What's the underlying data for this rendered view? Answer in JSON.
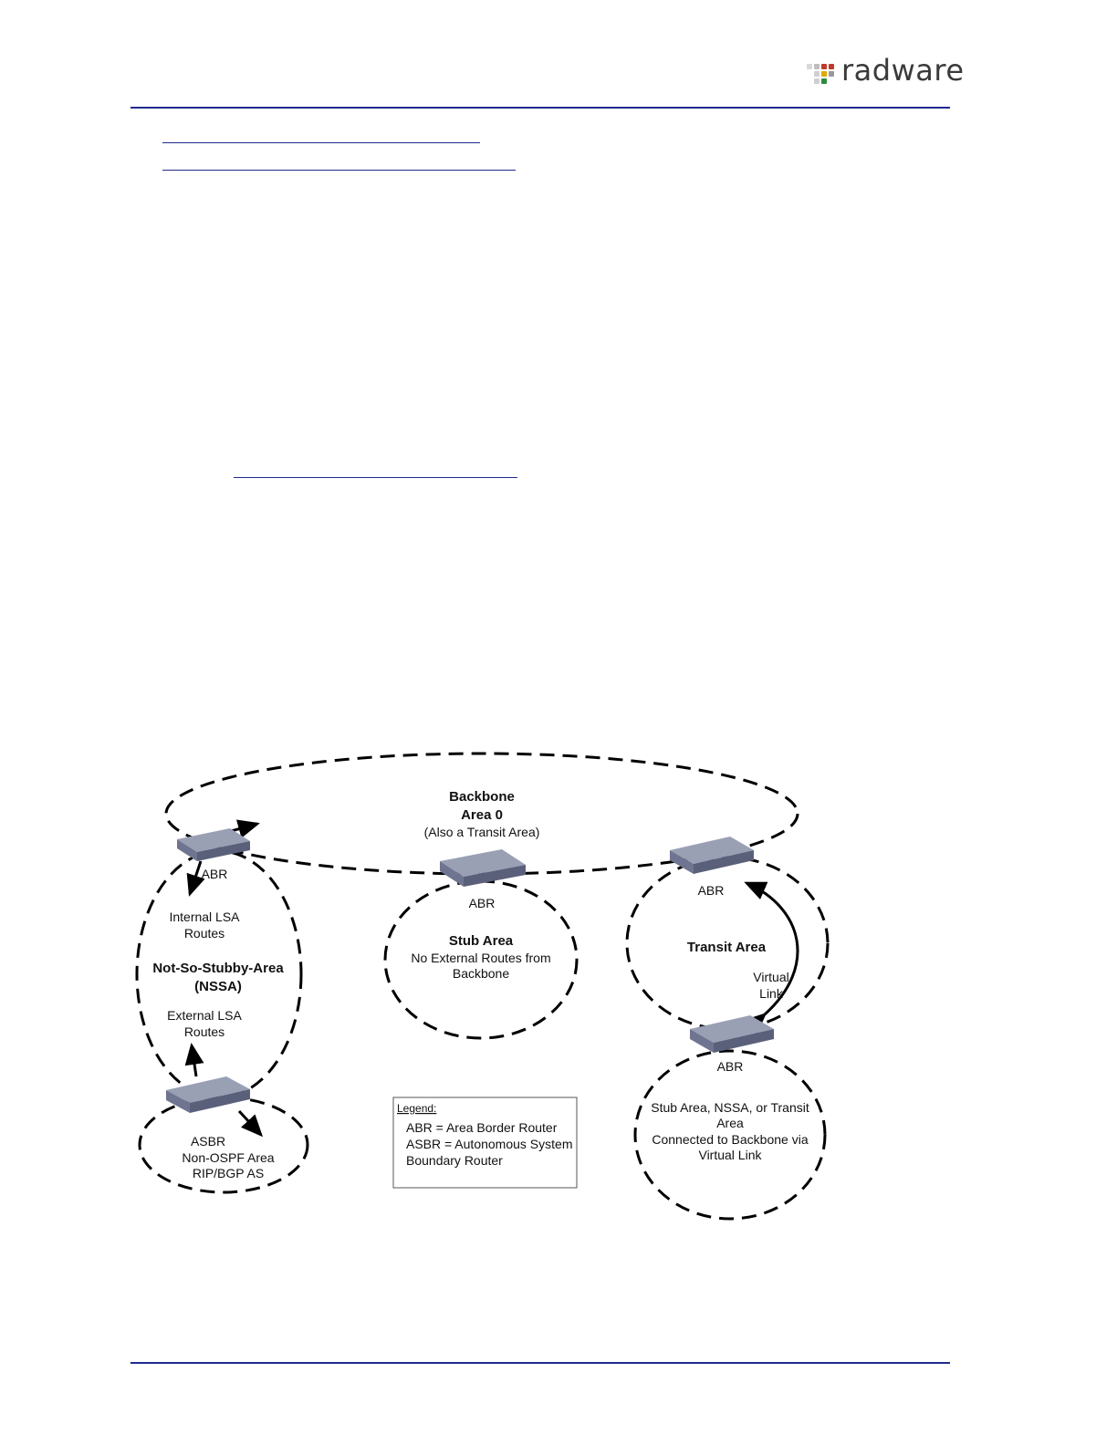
{
  "brand": {
    "logo_text": "radware"
  },
  "diagram": {
    "backbone": {
      "title1": "Backbone",
      "title2": "Area 0",
      "subtitle": "(Also a Transit Area)"
    },
    "abr_label": "ABR",
    "nssa": {
      "internal1": "Internal LSA",
      "internal2": "Routes",
      "title1": "Not-So-Stubby-Area",
      "title2": "(NSSA)",
      "external1": "External LSA",
      "external2": "Routes"
    },
    "asbr": {
      "label": "ASBR",
      "line1": "Non-OSPF Area",
      "line2": "RIP/BGP AS"
    },
    "stub": {
      "title": "Stub Area",
      "line1": "No External Routes from",
      "line2": "Backbone"
    },
    "transit": {
      "title": "Transit Area",
      "vl1": "Virtual",
      "vl2": "Link"
    },
    "lower": {
      "line1": "Stub Area, NSSA, or Transit",
      "line2": "Area",
      "line3": "Connected to Backbone via",
      "line4": "Virtual Link"
    },
    "legend": {
      "title": "Legend:",
      "line1": "ABR = Area Border Router",
      "line2": "ASBR = Autonomous System",
      "line3": "Boundary Router"
    }
  }
}
